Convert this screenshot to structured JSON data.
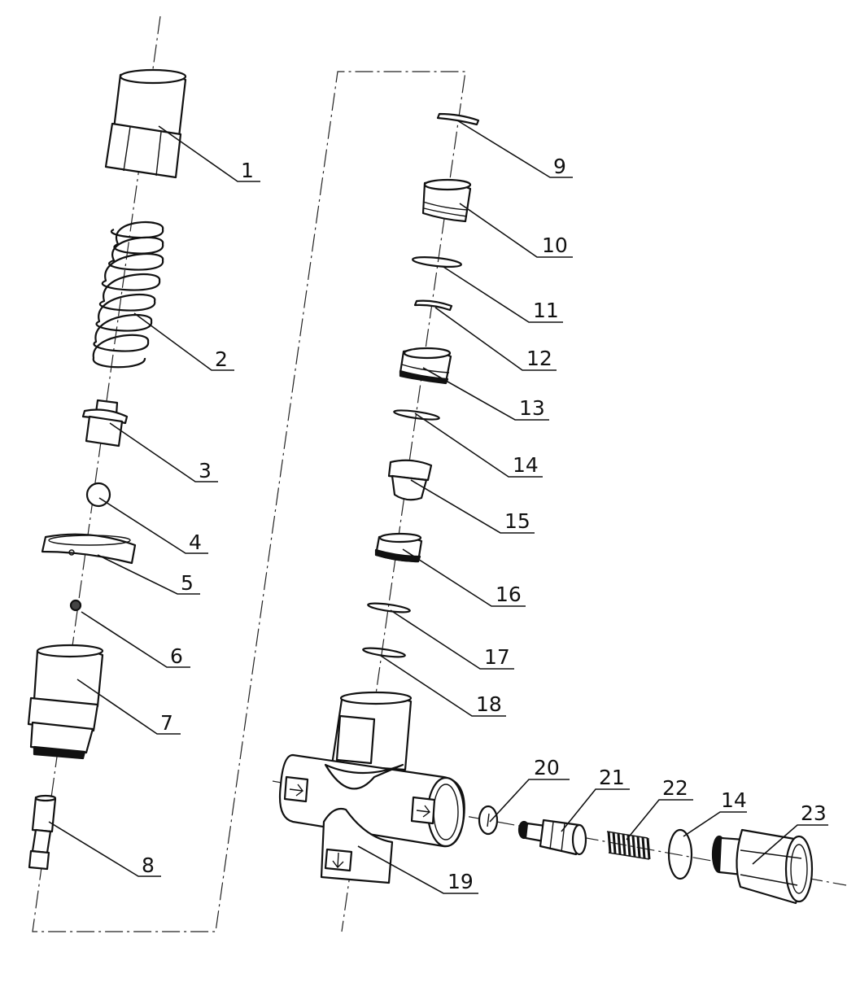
{
  "title": "Exploded view of valve assembly",
  "callouts": {
    "p1": "1",
    "p2": "2",
    "p3": "3",
    "p4": "4",
    "p5": "5",
    "p6": "6",
    "p7": "7",
    "p8": "8",
    "p9": "9",
    "p10": "10",
    "p11": "11",
    "p12": "12",
    "p13": "13",
    "p14": "14",
    "p15": "15",
    "p16": "16",
    "p17": "17",
    "p18": "18",
    "p19": "19",
    "p20": "20",
    "p21": "21",
    "p22": "22",
    "p14b": "14",
    "p23": "23"
  }
}
